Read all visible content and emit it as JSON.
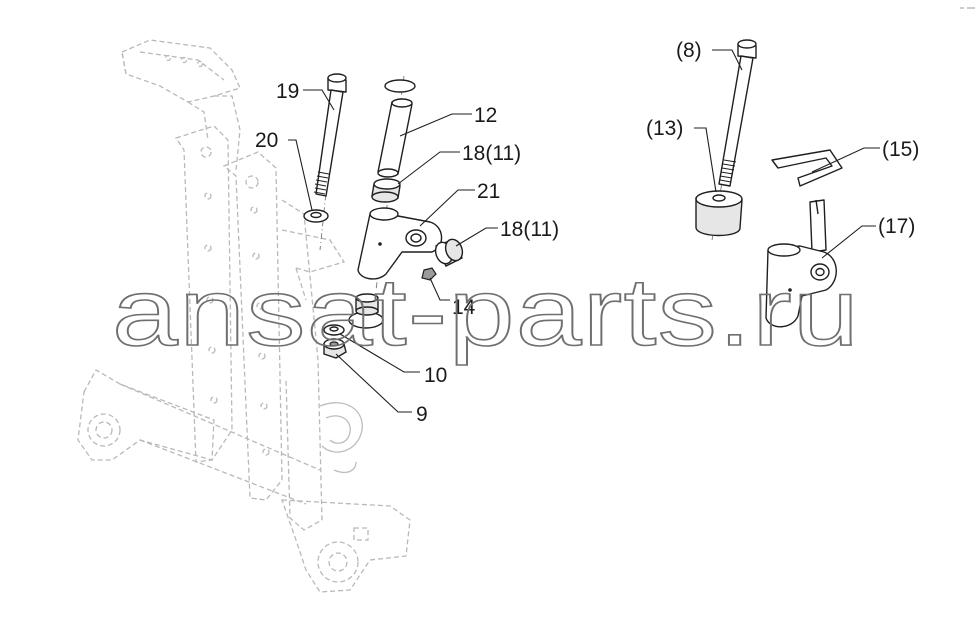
{
  "watermark": "ansat-parts.ru",
  "callouts": {
    "c19": "19",
    "c20": "20",
    "c12": "12",
    "c18a": "18(11)",
    "c21": "21",
    "c18b": "18(11)",
    "c14": "14",
    "c10": "10",
    "c9": "9",
    "c8": "(8)",
    "c13": "(13)",
    "c15": "(15)",
    "c17": "(17)"
  }
}
